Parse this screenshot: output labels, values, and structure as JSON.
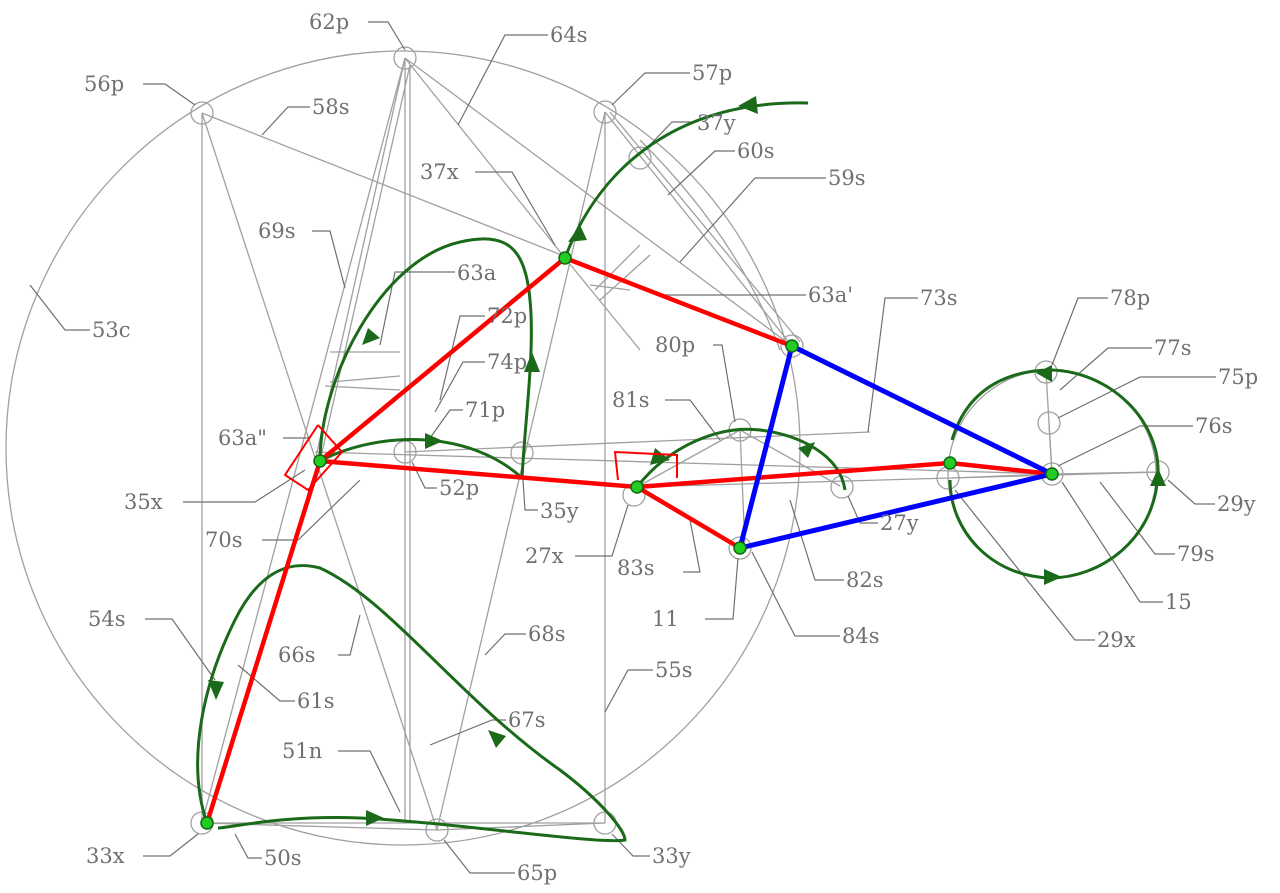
{
  "colors": {
    "construction": "#a0a0a0",
    "leader": "#707070",
    "label": "#707070",
    "red_link": "#ff0000",
    "blue_link": "#0000ff",
    "path": "#1a6a1a",
    "joint": "#22cc22"
  },
  "labels": [
    {
      "id": "62p",
      "text": "62p"
    },
    {
      "id": "64s",
      "text": "64s"
    },
    {
      "id": "57p",
      "text": "57p"
    },
    {
      "id": "56p",
      "text": "56p"
    },
    {
      "id": "58s",
      "text": "58s"
    },
    {
      "id": "37y",
      "text": "37y"
    },
    {
      "id": "60s",
      "text": "60s"
    },
    {
      "id": "37x",
      "text": "37x"
    },
    {
      "id": "59s",
      "text": "59s"
    },
    {
      "id": "69s",
      "text": "69s"
    },
    {
      "id": "63a",
      "text": "63a"
    },
    {
      "id": "63a1",
      "text": "63a'"
    },
    {
      "id": "73s",
      "text": "73s"
    },
    {
      "id": "53c",
      "text": "53c"
    },
    {
      "id": "72p",
      "text": "72p"
    },
    {
      "id": "78p",
      "text": "78p"
    },
    {
      "id": "80p",
      "text": "80p"
    },
    {
      "id": "74p",
      "text": "74p"
    },
    {
      "id": "77s",
      "text": "77s"
    },
    {
      "id": "75p",
      "text": "75p"
    },
    {
      "id": "81s",
      "text": "81s"
    },
    {
      "id": "71p",
      "text": "71p"
    },
    {
      "id": "63a2",
      "text": "63a\""
    },
    {
      "id": "76s",
      "text": "76s"
    },
    {
      "id": "35x",
      "text": "35x"
    },
    {
      "id": "52p",
      "text": "52p"
    },
    {
      "id": "35y",
      "text": "35y"
    },
    {
      "id": "29y",
      "text": "29y"
    },
    {
      "id": "27y",
      "text": "27y"
    },
    {
      "id": "70s",
      "text": "70s"
    },
    {
      "id": "27x",
      "text": "27x"
    },
    {
      "id": "83s",
      "text": "83s"
    },
    {
      "id": "79s",
      "text": "79s"
    },
    {
      "id": "82s",
      "text": "82s"
    },
    {
      "id": "15",
      "text": "15"
    },
    {
      "id": "11",
      "text": "11"
    },
    {
      "id": "54s",
      "text": "54s"
    },
    {
      "id": "84s",
      "text": "84s"
    },
    {
      "id": "29x",
      "text": "29x"
    },
    {
      "id": "68s",
      "text": "68s"
    },
    {
      "id": "66s",
      "text": "66s"
    },
    {
      "id": "55s",
      "text": "55s"
    },
    {
      "id": "61s",
      "text": "61s"
    },
    {
      "id": "67s",
      "text": "67s"
    },
    {
      "id": "51n",
      "text": "51n"
    },
    {
      "id": "33x",
      "text": "33x"
    },
    {
      "id": "50s",
      "text": "50s"
    },
    {
      "id": "33y",
      "text": "33y"
    },
    {
      "id": "65p",
      "text": "65p"
    }
  ]
}
